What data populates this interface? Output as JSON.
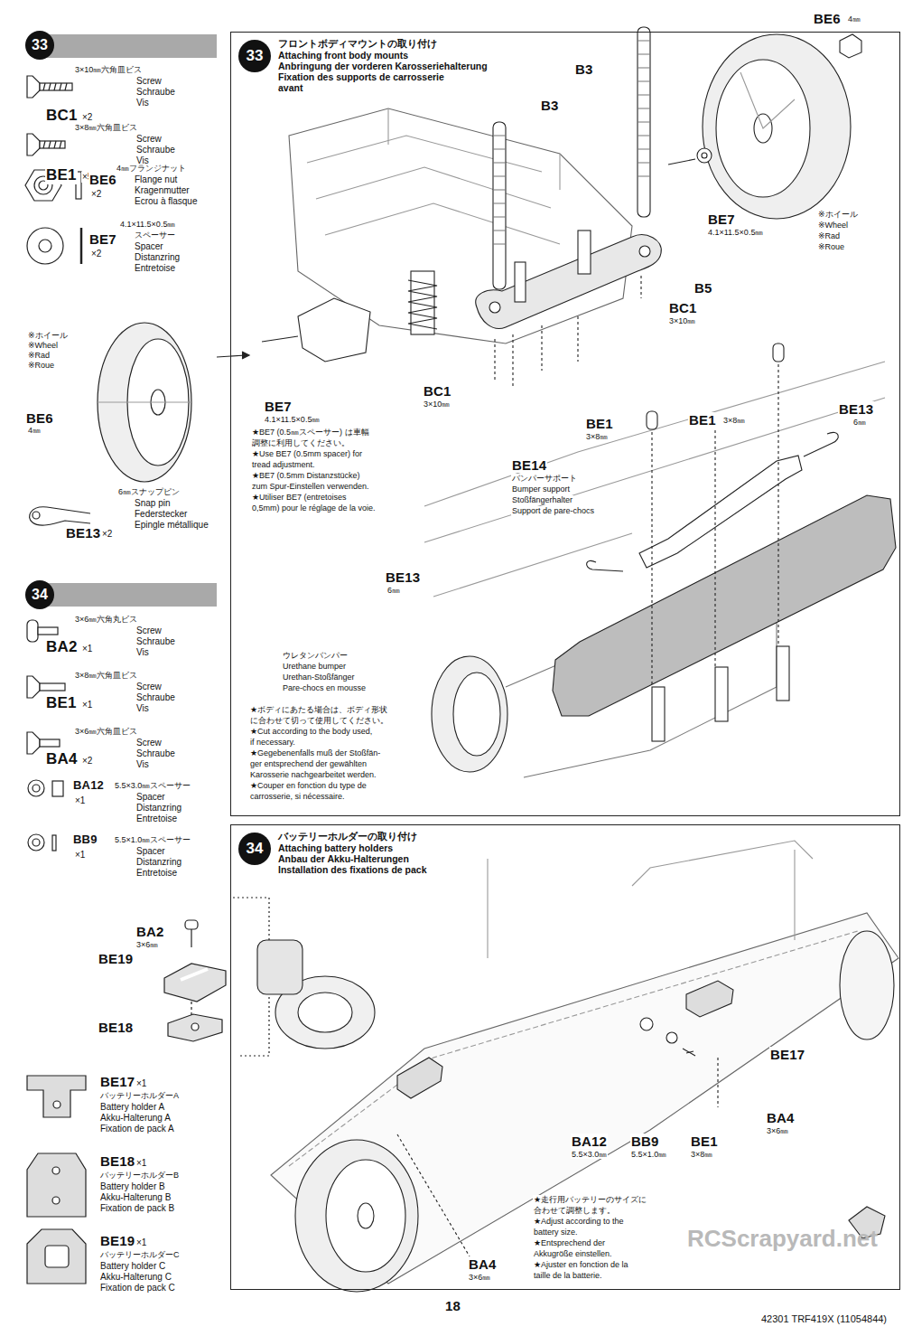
{
  "diagram": {
    "nodes": [
      {
        "text": [
          "33"
        ]
      },
      {
        "text": [
          "34"
        ]
      },
      {
        "text": [
          "フロントボディマウントの取り付け",
          "Attaching front body mounts",
          "Anbringung der vorderen Karosseriehalterung",
          "Fixation des supports de carrosserie avant"
        ]
      },
      {
        "text": [
          "33"
        ],
        "in": 2
      },
      {
        "text": [
          "バッテリーホルダーの取り付け",
          "Attaching battery holders",
          "Anbau der Akku-Halterungen",
          "Installation des fixations de pack"
        ]
      },
      {
        "text": [
          "34"
        ],
        "in": 4
      }
    ],
    "labels": [
      "3×10㎜六角皿ビス",
      "Screw",
      "Schraube",
      "Vis",
      "BC1",
      "×2",
      "3×8㎜六角皿ビス",
      "Screw",
      "Schraube",
      "Vis",
      "BE1",
      "×5",
      "4㎜フランジナット",
      "Flange nut",
      "Kragenmutter",
      "Ecrou à flasque",
      "BE6",
      "×2",
      "4.1×11.5×0.5㎜",
      "スペーサー",
      "Spacer",
      "Distanzring",
      "Entretoise",
      "BE7",
      "×2",
      "※ホイール",
      "※Wheel",
      "※Rad",
      "※Roue",
      "BE6",
      "4㎜",
      "6㎜スナップピン",
      "Snap pin",
      "Federstecker",
      "Epingle métallique",
      "BE13",
      "×2",
      "3×6㎜六角丸ビス",
      "Screw",
      "Schraube",
      "Vis",
      "BA2",
      "×1",
      "3×8㎜六角皿ビス",
      "Screw",
      "Schraube",
      "Vis",
      "BE1",
      "×1",
      "3×6㎜六角皿ビス",
      "Screw",
      "Schraube",
      "Vis",
      "BA4",
      "×2",
      "BA12",
      "×1",
      "5.5×3.0㎜スペーサー",
      "Spacer",
      "Distanzring",
      "Entretoise",
      "BB9",
      "×1",
      "5.5×1.0㎜スペーサー",
      "Spacer",
      "Distanzring",
      "Entretoise",
      "BA2",
      "3×6㎜",
      "BE19",
      "BE18",
      "BE17",
      "×1",
      "バッテリーホルダーA",
      "Battery holder A",
      "Akku-Halterung A",
      "Fixation de pack A",
      "BE18",
      "×1",
      "バッテリーホルダーB",
      "Battery holder B",
      "Akku-Halterung B",
      "Fixation de pack B",
      "BE19",
      "×1",
      "バッテリーホルダーC",
      "Battery holder C",
      "Akku-Halterung C",
      "Fixation de pack C",
      "B3",
      "B3",
      "BE6",
      "4㎜",
      "BE7",
      "4.1×11.5×0.5㎜",
      "※ホイール",
      "※Wheel",
      "※Rad",
      "※Roue",
      "B5",
      "BC1",
      "3×10㎜",
      "BE7",
      "4.1×11.5×0.5㎜",
      "★BE7 (0.5㎜スペーサー) は車幅",
      "調整に利用してください。",
      "★Use BE7 (0.5mm spacer) for",
      "tread adjustment.",
      "★BE7 (0.5mm Distanzstücke)",
      "zum Spur-Einstellen verwenden.",
      "★Utiliser BE7 (entretoises",
      "0,5mm) pour le réglage de la voie.",
      "BC1",
      "3×10㎜",
      "BE1",
      "3×8㎜",
      "BE1",
      "3×8㎜",
      "BE13",
      "6㎜",
      "BE14",
      "バンパーサポート",
      "Bumper support",
      "Stoßfängerhalter",
      "Support de pare-chocs",
      "BE13",
      "6㎜",
      "ウレタンバンパー",
      "Urethane bumper",
      "Urethan-Stoßfänger",
      "Pare-chocs en mousse",
      "★ボディにあたる場合は、ボディ形状",
      "に合わせて切って使用してください。",
      "★Cut according to the body used,",
      "if necessary.",
      "★Gegebenenfalls muß der Stoßfän-",
      "ger entsprechend der gewählten",
      "Karosserie nachgearbeitet werden.",
      "★Couper en fonction du type de",
      "carrosserie, si nécessaire.",
      "BE17",
      "BA4",
      "3×6㎜",
      "BA12",
      "5.5×3.0㎜",
      "BB9",
      "5.5×1.0㎜",
      "BE1",
      "3×8㎜",
      "BA4",
      "3×6㎜",
      "★走行用バッテリーのサイズに",
      "合わせて調整します。",
      "★Adjust according to the",
      "battery size.",
      "★Entsprechend der",
      "Akkugröße einstellen.",
      "★Ajuster en fonction de la",
      "taille de la batterie.",
      "18",
      "42301 TRF419X (11054844)",
      "RCScrapyard.net"
    ]
  }
}
